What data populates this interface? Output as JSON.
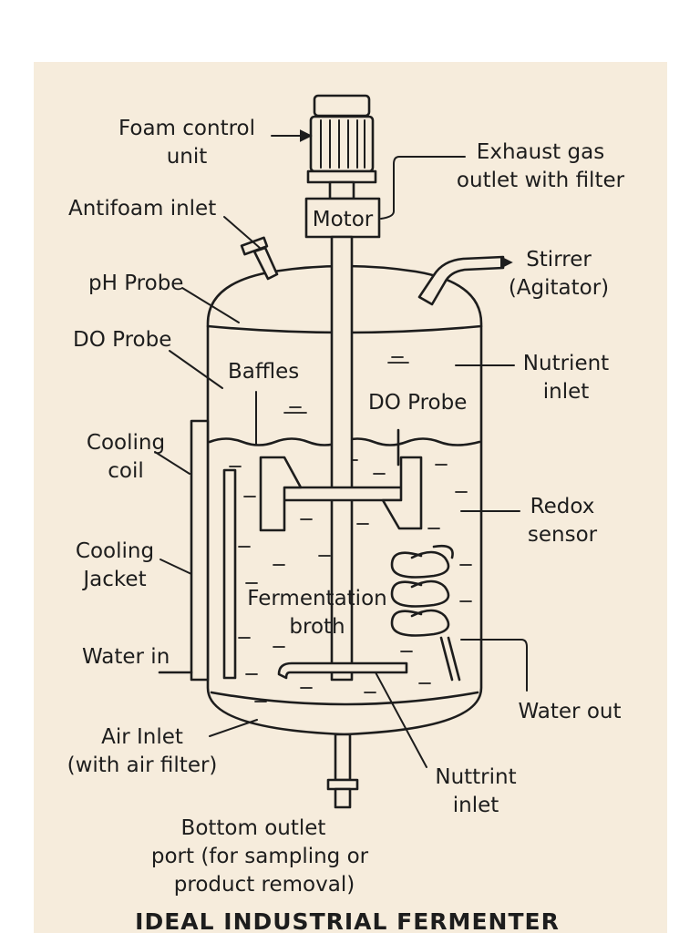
{
  "diagram": {
    "title": "IDEAL INDUSTRIAL FERMENTER",
    "labels": {
      "foam_control_unit": [
        "Foam control",
        "unit"
      ],
      "exhaust_gas_outlet": [
        "Exhaust gas",
        "outlet with filter"
      ],
      "antifoam_inlet": "Antifoam inlet",
      "motor": "Motor",
      "stirrer": [
        "Stirrer",
        "(Agitator)"
      ],
      "ph_probe": "pH Probe",
      "do_probe_left": "DO Probe",
      "baffles": "Baffles",
      "do_probe_inner": "DO Probe",
      "nutrient_inlet_top": [
        "Nutrient",
        "inlet"
      ],
      "cooling_coil": [
        "Cooling",
        "coil"
      ],
      "redox_sensor": [
        "Redox",
        "sensor"
      ],
      "cooling_jacket": [
        "Cooling",
        "Jacket"
      ],
      "fermentation_broth": [
        "Fermentation",
        "broth"
      ],
      "water_in": "Water in",
      "water_out": "Water out",
      "air_inlet": [
        "Air Inlet",
        "(with air filter)"
      ],
      "nutrient_inlet_bottom": [
        "Nuttrint",
        "inlet"
      ],
      "bottom_outlet": [
        "Bottom outlet",
        "port (for sampling or",
        "product removal)"
      ]
    }
  }
}
